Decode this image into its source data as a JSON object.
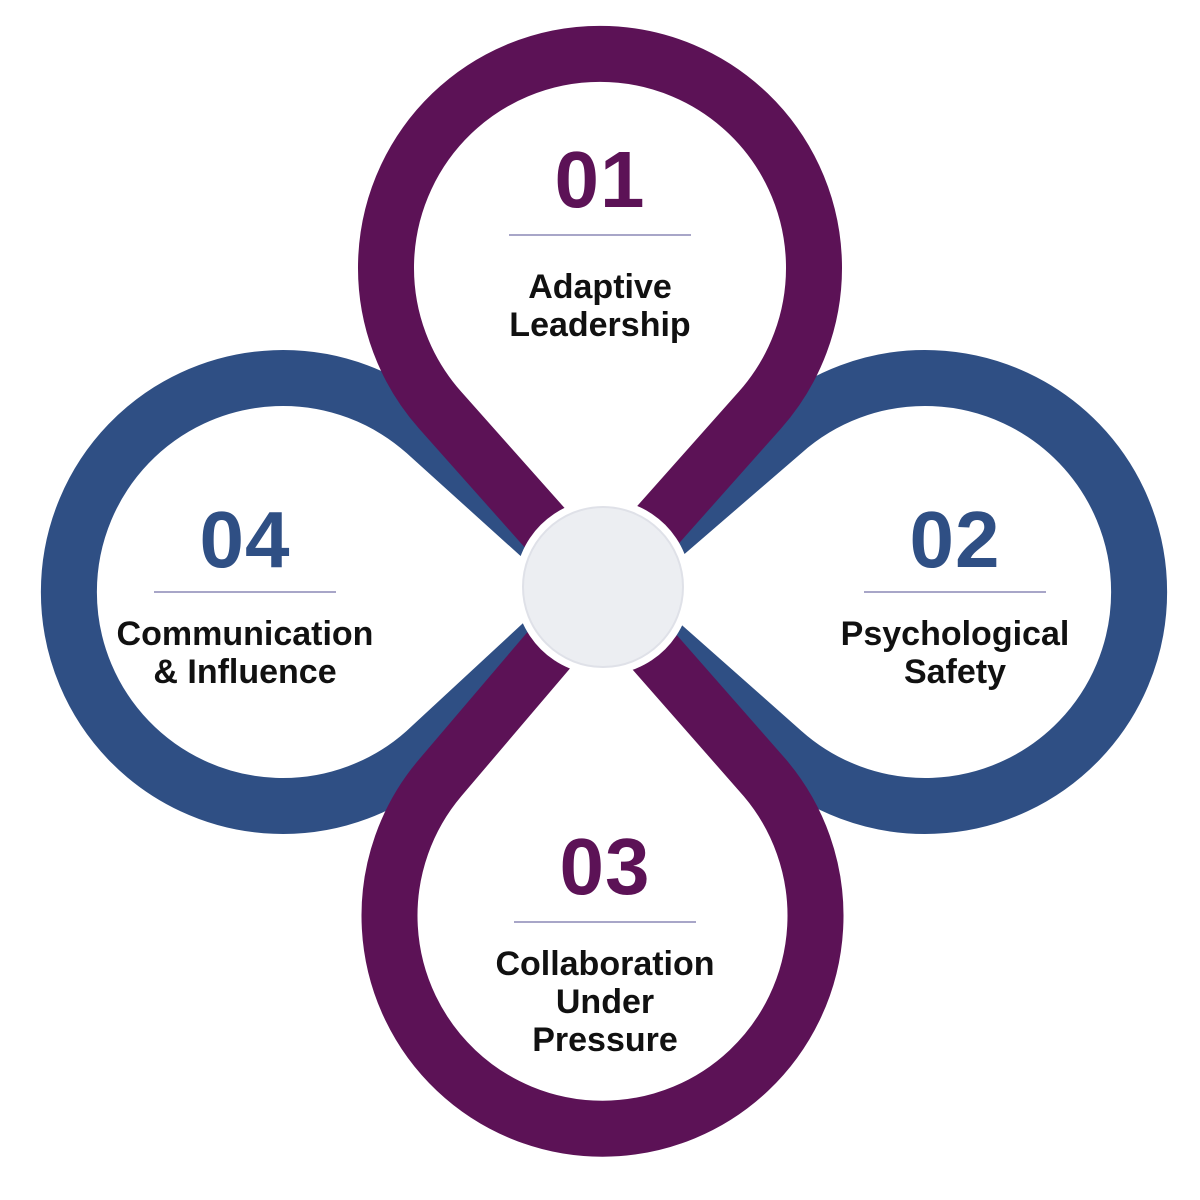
{
  "colors": {
    "purple": "#5c1256",
    "blue": "#2f4f84",
    "hub_fill": "#eceef2",
    "hub_stroke": "#ffffff",
    "rule": "#a8a6c8",
    "title_text": "#111111"
  },
  "items": [
    {
      "number": "01",
      "title": "Adaptive\nLeadership",
      "color": "purple"
    },
    {
      "number": "02",
      "title": "Psychological\nSafety",
      "color": "blue"
    },
    {
      "number": "03",
      "title": "Collaboration\nUnder\nPressure",
      "color": "purple"
    },
    {
      "number": "04",
      "title": "Communication\n& Influence",
      "color": "blue"
    }
  ]
}
